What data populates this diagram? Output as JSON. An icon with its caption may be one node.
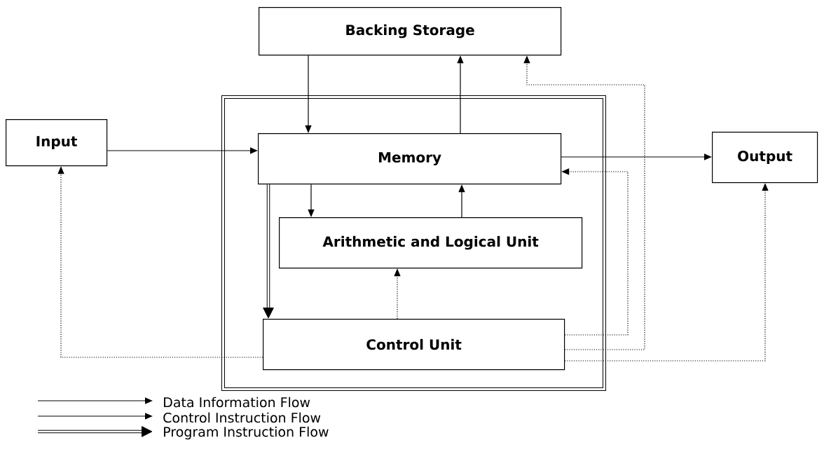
{
  "diagram": {
    "nodes": [
      {
        "text": [
          "Backing Storage"
        ]
      },
      {
        "text": [
          "Input"
        ]
      },
      {
        "text": [],
        "shape": "box"
      },
      {
        "text": [
          "Memory"
        ],
        "in": 2
      },
      {
        "text": [
          "Arithmetic and Logical Unit"
        ],
        "in": 2
      },
      {
        "text": [
          "Control Unit"
        ],
        "in": 2
      },
      {
        "text": [
          "Output"
        ]
      }
    ],
    "edges": [
      {
        "from": 0,
        "to": 3,
        "arrow": "to"
      },
      {
        "from": 3,
        "to": 0,
        "arrow": "to"
      },
      {
        "from": 1,
        "to": 3,
        "arrow": "to"
      },
      {
        "from": 3,
        "to": 6,
        "arrow": "to"
      },
      {
        "from": 3,
        "to": 4,
        "arrow": "to"
      },
      {
        "from": 4,
        "to": 3,
        "arrow": "to"
      },
      {
        "from": 3,
        "to": 5,
        "arrow": "to",
        "style": "thick"
      },
      {
        "from": 5,
        "to": 4,
        "arrow": "to",
        "style": "dashed"
      },
      {
        "from": 5,
        "to": 1,
        "arrow": "to",
        "style": "dashed"
      },
      {
        "from": 5,
        "to": 3,
        "arrow": "to",
        "style": "dashed"
      },
      {
        "from": 5,
        "to": 0,
        "arrow": "to",
        "style": "dashed"
      },
      {
        "from": 5,
        "to": 6,
        "arrow": "to",
        "style": "dashed"
      }
    ],
    "legend": [
      {
        "text": "Data Information Flow"
      },
      {
        "text": "Control Instruction Flow"
      },
      {
        "text": "Program Instruction Flow"
      }
    ]
  }
}
